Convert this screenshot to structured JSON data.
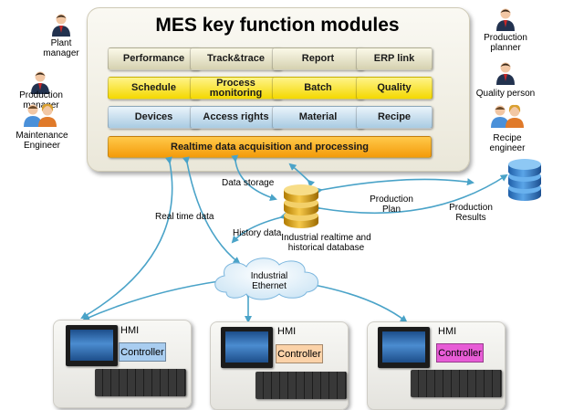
{
  "title": "MES key function modules",
  "modules": {
    "row1": [
      "Performance",
      "Track&trace",
      "Report",
      "ERP  link"
    ],
    "row2": [
      "Schedule",
      "Process monitoring",
      "Batch",
      "Quality"
    ],
    "row3": [
      "Devices",
      "Access rights",
      "Material",
      "Recipe"
    ],
    "realtime": "Realtime  data  acquisition  and  processing"
  },
  "colors": {
    "row1": "#e8e4c8",
    "row2": "#fde74c",
    "row3": "#c7dcec",
    "realtime": "#f7ad1f",
    "arrow": "#4aa3c8",
    "controllers": [
      "#a9cdf0",
      "#fbd2a8",
      "#e75cd6"
    ]
  },
  "people_left": [
    {
      "label": "Plant manager",
      "icon": "businessman-icon"
    },
    {
      "label": "Production manager",
      "icon": "businessman-icon"
    },
    {
      "label": "Maintenance Engineer",
      "icon": "engineers-icon"
    }
  ],
  "people_right": [
    {
      "label": "Production planner",
      "icon": "businessman-icon"
    },
    {
      "label": "Quality person",
      "icon": "businessman-icon"
    },
    {
      "label": "Recipe engineer",
      "icon": "engineers-icon"
    }
  ],
  "labels": {
    "data_storage": "Data storage",
    "real_time_data": "Real time data",
    "history_data": "History data",
    "production_plan": "Production Plan",
    "production_results": "Production Results",
    "database": "Industrial realtime and historical database",
    "ethernet": "Industrial Ethernet"
  },
  "stations": [
    {
      "hmi": "HMI",
      "controller": "Controller"
    },
    {
      "hmi": "HMI",
      "controller": "Controller"
    },
    {
      "hmi": "HMI",
      "controller": "Controller"
    }
  ]
}
